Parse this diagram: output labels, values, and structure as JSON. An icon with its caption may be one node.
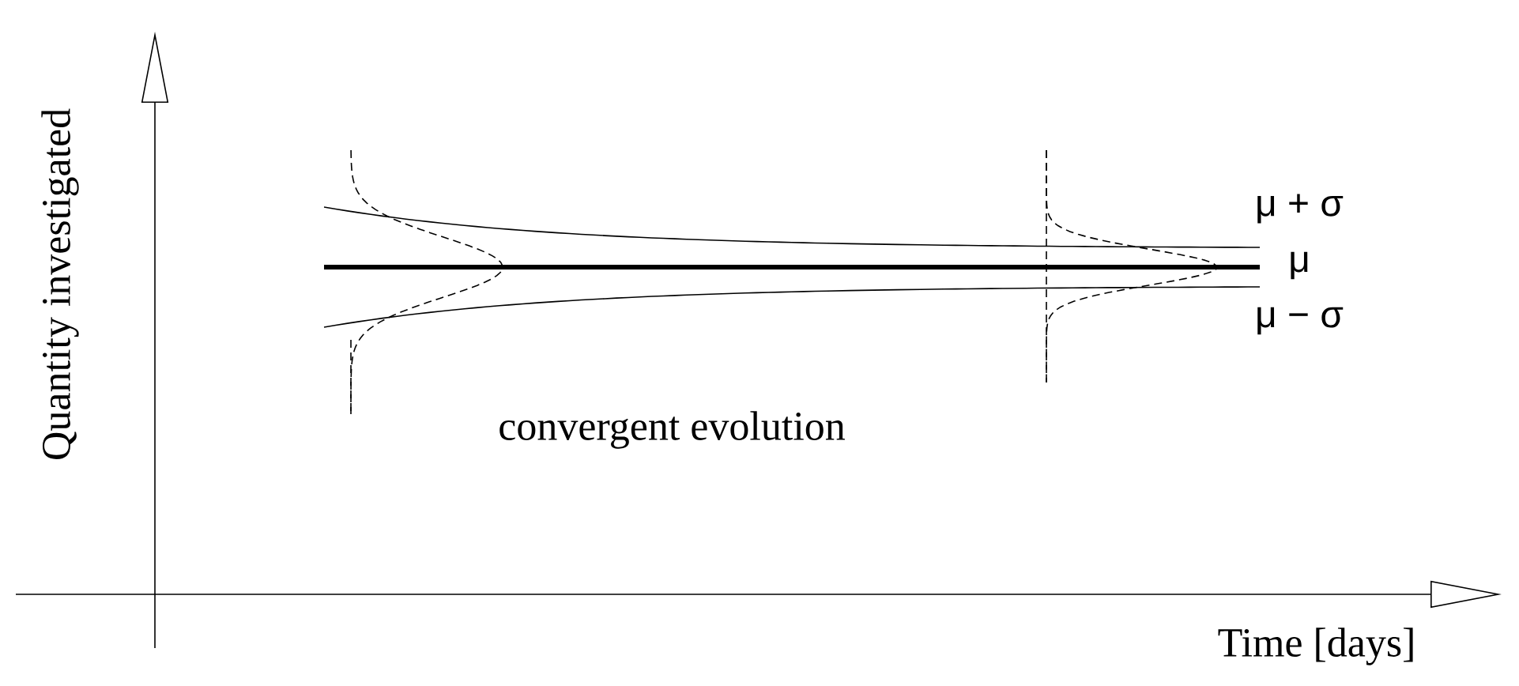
{
  "diagram": {
    "labels": [
      "Quantity investigated",
      "μ + σ",
      "μ",
      "μ − σ",
      "convergent evolution",
      "Time [days]"
    ]
  }
}
